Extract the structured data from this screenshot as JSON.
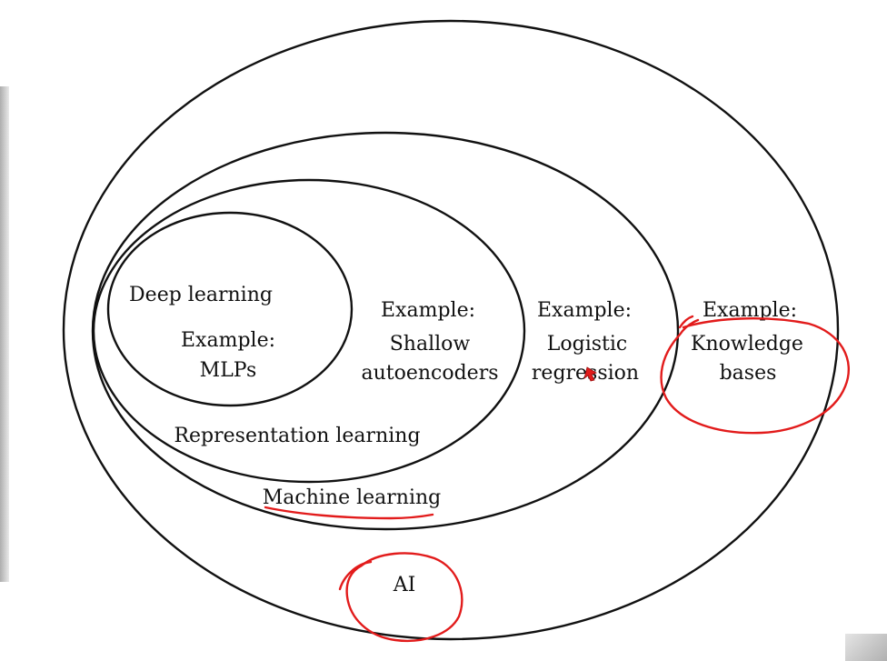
{
  "diagram": {
    "ai": {
      "label": "AI"
    },
    "machine_learning": {
      "label": "Machine learning",
      "example": [
        "Example:",
        "Logistic",
        "regression"
      ]
    },
    "representation_learning": {
      "label": "Representation learning",
      "example": [
        "Example:",
        "Shallow",
        "autoencoders"
      ]
    },
    "deep_learning": {
      "label": "Deep learning",
      "example": [
        "Example:",
        "MLPs"
      ]
    },
    "ai_only_example": [
      "Example:",
      "Knowledge",
      "bases"
    ]
  },
  "colors": {
    "ink": "#111111",
    "annotation": "#e21b1b",
    "background": "#ffffff"
  }
}
